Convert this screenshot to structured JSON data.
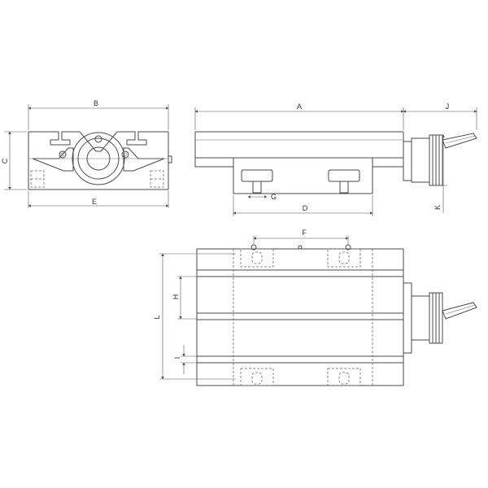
{
  "dimension_labels": {
    "A": "A",
    "B": "B",
    "C": "C",
    "D": "D",
    "E": "E",
    "F": "F",
    "G": "G",
    "H": "H",
    "I": "I",
    "J": "J",
    "K": "K",
    "L": "L"
  },
  "colors": {
    "line": "#4a4a4a",
    "background": "#ffffff"
  }
}
